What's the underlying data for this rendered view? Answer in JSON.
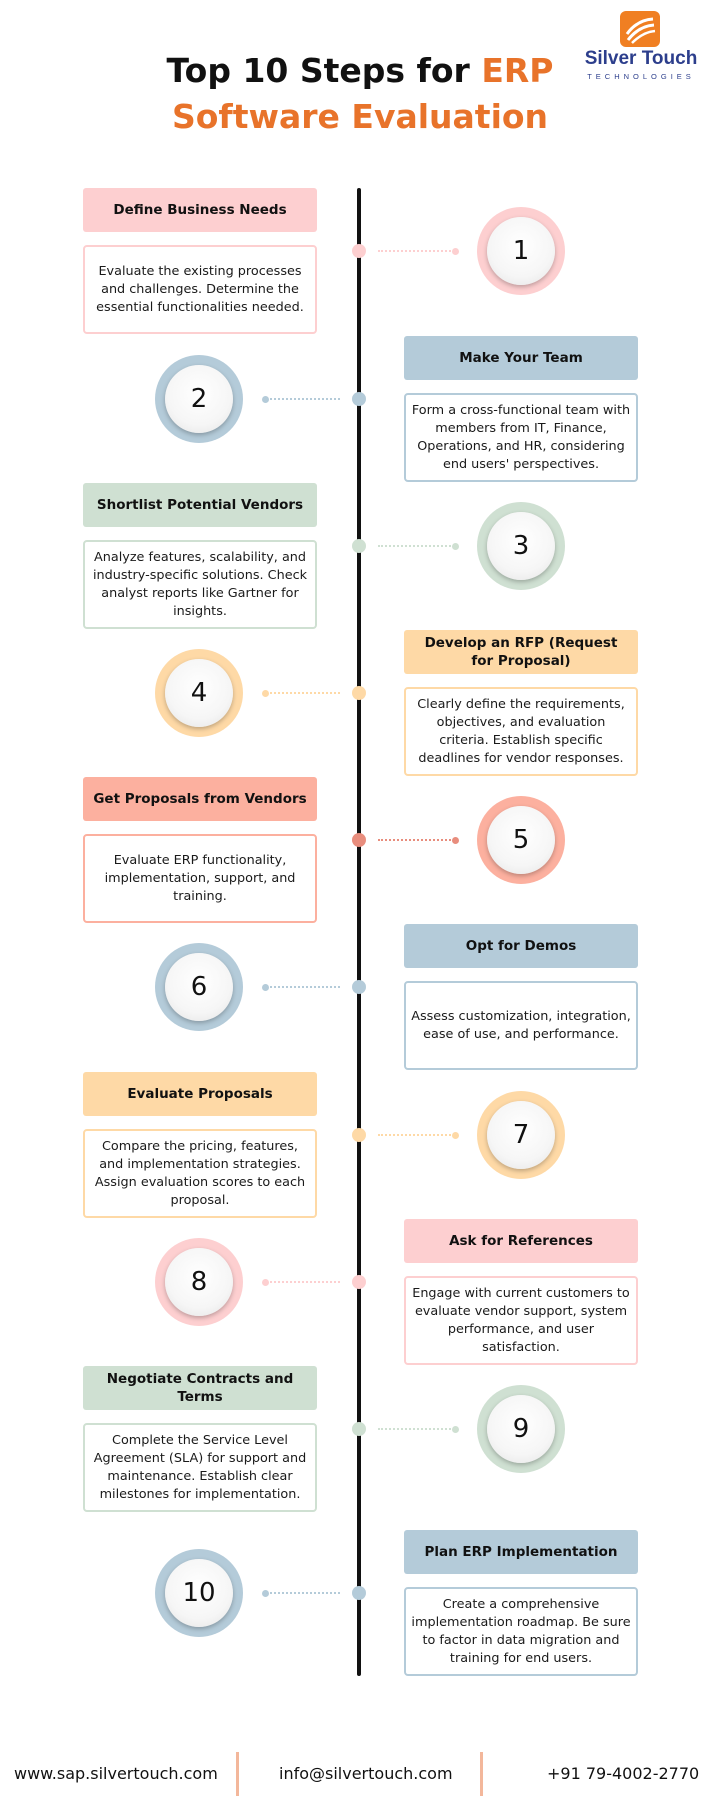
{
  "title": {
    "line1_plain": "Top 10 Steps for ",
    "line1_accent": "ERP",
    "line2_accent": "Software Evaluation"
  },
  "logo": {
    "name": "Silver Touch",
    "subtitle": "TECHNOLOGIES",
    "icon": "silver-touch-logo-icon",
    "color": "#2c3e8c",
    "icon_color": "#f07f22"
  },
  "colors": {
    "accent": "#e8732a",
    "pink": "#fdcfd0",
    "blue": "#b4cbd9",
    "green": "#cfe0d2",
    "peach": "#fed9a6",
    "salmon": "#fcb09f"
  },
  "steps": [
    {
      "number": "1",
      "title": "Define Business Needs",
      "description": "Evaluate the existing processes and challenges. Determine the essential functionalities needed.",
      "color": "#fdcfd0",
      "side": "left"
    },
    {
      "number": "2",
      "title": "Make Your Team",
      "description": "Form a cross-functional team with members from IT, Finance, Operations, and HR, considering end users' perspectives.",
      "color": "#b4cbd9",
      "side": "right"
    },
    {
      "number": "3",
      "title": "Shortlist Potential Vendors",
      "description": "Analyze features, scalability, and industry-specific solutions. Check analyst reports like Gartner for insights.",
      "color": "#cfe0d2",
      "side": "left"
    },
    {
      "number": "4",
      "title": "Develop an RFP (Request for Proposal)",
      "description": "Clearly define the requirements, objectives, and evaluation criteria. Establish specific deadlines for vendor responses.",
      "color": "#fed9a6",
      "side": "right"
    },
    {
      "number": "5",
      "title": "Get Proposals from Vendors",
      "description": "Evaluate ERP functionality, implementation, support, and training.",
      "color": "#fcb09f",
      "side": "left"
    },
    {
      "number": "6",
      "title": "Opt for Demos",
      "description": "Assess customization, integration, ease of use, and performance.",
      "color": "#b4cbd9",
      "side": "right"
    },
    {
      "number": "7",
      "title": "Evaluate Proposals",
      "description": "Compare the pricing, features, and implementation strategies. Assign evaluation scores to each proposal.",
      "color": "#fed9a6",
      "side": "left"
    },
    {
      "number": "8",
      "title": "Ask for References",
      "description": "Engage with current customers to evaluate vendor support, system performance, and user satisfaction.",
      "color": "#fdcfd0",
      "side": "right"
    },
    {
      "number": "9",
      "title": "Negotiate Contracts and Terms",
      "description": "Complete the Service Level Agreement (SLA) for support and maintenance. Establish clear milestones for implementation.",
      "color": "#cfe0d2",
      "side": "left"
    },
    {
      "number": "10",
      "title": "Plan ERP Implementation",
      "description": "Create a comprehensive implementation roadmap. Be sure to factor in data migration and training for end users.",
      "color": "#b4cbd9",
      "side": "right"
    }
  ],
  "footer": {
    "website": "www.sap.silvertouch.com",
    "email": "info@silvertouch.com",
    "phone": "+91 79-4002-2770"
  }
}
